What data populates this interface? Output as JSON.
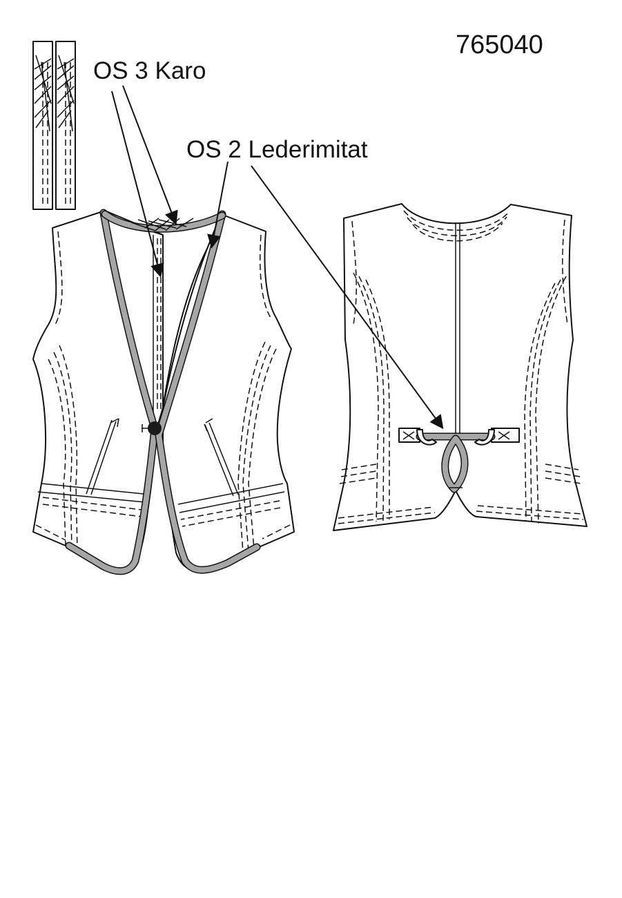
{
  "header": {
    "article_number": "765040"
  },
  "callouts": [
    {
      "id": "os3",
      "text": "OS 3 Karo"
    },
    {
      "id": "os2",
      "text": "OS 2 Lederimitat"
    }
  ],
  "colors": {
    "trim_fill": "#a6a6a6",
    "line": "#111111",
    "background": "#ffffff",
    "button": "#1a1a1a"
  }
}
